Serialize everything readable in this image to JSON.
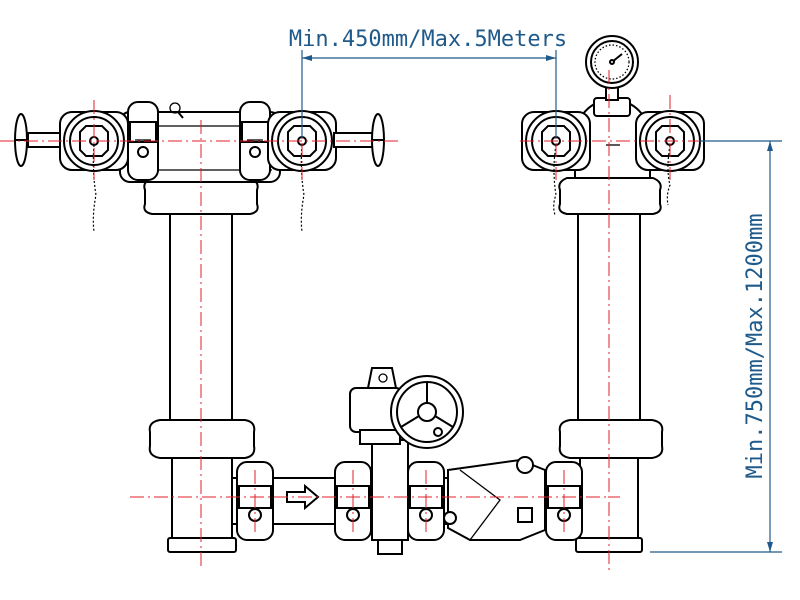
{
  "dimensions": {
    "horizontal_label": "Min.450mm/Max.5Meters",
    "vertical_label": "Min.750mm/Max.1200mm"
  },
  "colors": {
    "line": "#000000",
    "centerline": "#e0202a",
    "dimension": "#1f5a8a"
  },
  "flow_direction": "right"
}
